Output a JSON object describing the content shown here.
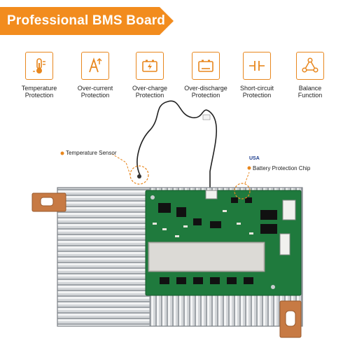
{
  "banner": {
    "title": "Professional BMS Board",
    "color": "#f28c1e"
  },
  "features": [
    {
      "icon": "thermometer-icon",
      "label": "Temperature\nProtection"
    },
    {
      "icon": "over-current-icon",
      "label": "Over-current\nProtection"
    },
    {
      "icon": "battery-charge-icon",
      "label": "Over-charge\nProtection"
    },
    {
      "icon": "battery-discharge-icon",
      "label": "Over-discharge\nProtection"
    },
    {
      "icon": "short-circuit-icon",
      "label": "Short-circuit\nProtection"
    },
    {
      "icon": "balance-icon",
      "label": "Balance\nFunction"
    }
  ],
  "callouts": {
    "temp_sensor": "Temperature Sensor",
    "chip": "Battery Protection Chip",
    "chip_badge": "USA"
  },
  "colors": {
    "accent": "#e8871e",
    "pcb_green": "#1f7a3d",
    "heatsink": "#c9ccd0",
    "copper": "#c77a44"
  }
}
